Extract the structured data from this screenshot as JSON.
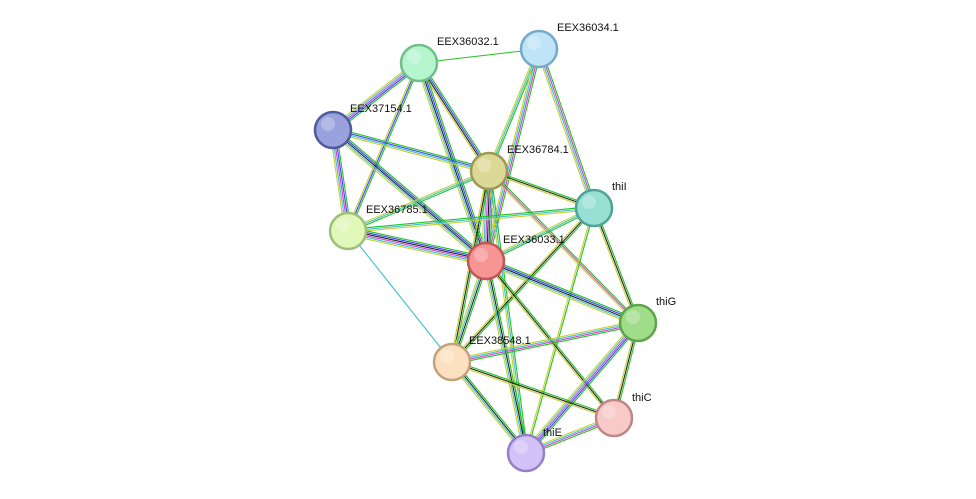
{
  "network": {
    "nodes": [
      {
        "id": "EEX36032.1",
        "label": "EEX36032.1",
        "fill": "#b7f5cf",
        "stroke": "#6fbf8c"
      },
      {
        "id": "EEX36034.1",
        "label": "EEX36034.1",
        "fill": "#bfe3f7",
        "stroke": "#74a9c7"
      },
      {
        "id": "EEX37154.1",
        "label": "EEX37154.1",
        "fill": "#99a2dc",
        "stroke": "#4f5a9c"
      },
      {
        "id": "EEX36784.1",
        "label": "EEX36784.1",
        "fill": "#dcd895",
        "stroke": "#9c9858"
      },
      {
        "id": "thiI",
        "label": "thiI",
        "fill": "#98e0d4",
        "stroke": "#4fa396"
      },
      {
        "id": "EEX36785.1",
        "label": "EEX36785.1",
        "fill": "#dff7b9",
        "stroke": "#9fbf78"
      },
      {
        "id": "EEX36033.1",
        "label": "EEX36033.1",
        "fill": "#f79595",
        "stroke": "#c05656"
      },
      {
        "id": "thiG",
        "label": "thiG",
        "fill": "#9fdd88",
        "stroke": "#5ea34a"
      },
      {
        "id": "EEX38548.1",
        "label": "EEX38548.1",
        "fill": "#fde0c0",
        "stroke": "#c4a07c"
      },
      {
        "id": "thiC",
        "label": "thiC",
        "fill": "#f7c9c9",
        "stroke": "#bf8686"
      },
      {
        "id": "thiE",
        "label": "thiE",
        "fill": "#d2c2f7",
        "stroke": "#9480c7"
      }
    ],
    "evidence_colors": {
      "neighborhood": "#22c322",
      "fusion": "#ff2222",
      "cooccurrence": "#3f3fff",
      "coexpression": "#222222",
      "experiments": "#d040d0",
      "databases": "#40c0d0",
      "textmining": "#c8d030"
    },
    "edges": [
      {
        "source": "EEX36032.1",
        "target": "EEX36034.1",
        "evidence": [
          "neighborhood"
        ]
      },
      {
        "source": "EEX36032.1",
        "target": "EEX37154.1",
        "evidence": [
          "neighborhood",
          "cooccurrence",
          "experiments",
          "databases",
          "textmining"
        ]
      },
      {
        "source": "EEX36032.1",
        "target": "EEX36784.1",
        "evidence": [
          "neighborhood",
          "cooccurrence",
          "coexpression",
          "textmining"
        ]
      },
      {
        "source": "EEX36032.1",
        "target": "EEX36785.1",
        "evidence": [
          "neighborhood",
          "cooccurrence",
          "textmining"
        ]
      },
      {
        "source": "EEX36032.1",
        "target": "EEX36033.1",
        "evidence": [
          "neighborhood",
          "cooccurrence",
          "coexpression",
          "databases",
          "textmining"
        ]
      },
      {
        "source": "EEX36034.1",
        "target": "EEX36784.1",
        "evidence": [
          "neighborhood",
          "databases",
          "textmining"
        ]
      },
      {
        "source": "EEX36034.1",
        "target": "thiI",
        "evidence": [
          "neighborhood",
          "experiments",
          "databases",
          "textmining"
        ]
      },
      {
        "source": "EEX36034.1",
        "target": "EEX36033.1",
        "evidence": [
          "neighborhood",
          "experiments",
          "databases",
          "textmining"
        ]
      },
      {
        "source": "EEX37154.1",
        "target": "EEX36784.1",
        "evidence": [
          "neighborhood",
          "cooccurrence",
          "databases",
          "textmining"
        ]
      },
      {
        "source": "EEX37154.1",
        "target": "EEX36785.1",
        "evidence": [
          "neighborhood",
          "cooccurrence",
          "experiments",
          "databases",
          "textmining"
        ]
      },
      {
        "source": "EEX37154.1",
        "target": "EEX36033.1",
        "evidence": [
          "neighborhood",
          "cooccurrence",
          "coexpression",
          "databases",
          "textmining"
        ]
      },
      {
        "source": "EEX36784.1",
        "target": "EEX36785.1",
        "evidence": [
          "neighborhood",
          "databases",
          "textmining"
        ]
      },
      {
        "source": "EEX36784.1",
        "target": "thiI",
        "evidence": [
          "neighborhood",
          "coexpression",
          "textmining"
        ]
      },
      {
        "source": "EEX36784.1",
        "target": "EEX36033.1",
        "evidence": [
          "neighborhood",
          "cooccurrence",
          "coexpression",
          "experiments",
          "databases",
          "textmining"
        ]
      },
      {
        "source": "EEX36784.1",
        "target": "thiG",
        "evidence": [
          "neighborhood",
          "experiments",
          "textmining"
        ]
      },
      {
        "source": "EEX36784.1",
        "target": "EEX38548.1",
        "evidence": [
          "neighborhood",
          "coexpression",
          "textmining"
        ]
      },
      {
        "source": "EEX36784.1",
        "target": "thiE",
        "evidence": [
          "neighborhood",
          "databases",
          "textmining"
        ]
      },
      {
        "source": "EEX36785.1",
        "target": "thiI",
        "evidence": [
          "neighborhood",
          "databases",
          "textmining"
        ]
      },
      {
        "source": "EEX36785.1",
        "target": "EEX36033.1",
        "evidence": [
          "neighborhood",
          "cooccurrence",
          "coexpression",
          "experiments",
          "databases",
          "textmining"
        ]
      },
      {
        "source": "EEX36785.1",
        "target": "EEX38548.1",
        "evidence": [
          "databases"
        ]
      },
      {
        "source": "thiI",
        "target": "EEX36033.1",
        "evidence": [
          "neighborhood",
          "databases",
          "textmining"
        ]
      },
      {
        "source": "thiI",
        "target": "thiG",
        "evidence": [
          "neighborhood",
          "coexpression",
          "textmining"
        ]
      },
      {
        "source": "thiI",
        "target": "EEX38548.1",
        "evidence": [
          "neighborhood",
          "coexpression",
          "textmining"
        ]
      },
      {
        "source": "thiI",
        "target": "thiE",
        "evidence": [
          "neighborhood",
          "textmining"
        ]
      },
      {
        "source": "EEX36033.1",
        "target": "thiG",
        "evidence": [
          "neighborhood",
          "cooccurrence",
          "coexpression",
          "databases",
          "textmining"
        ]
      },
      {
        "source": "EEX36033.1",
        "target": "EEX38548.1",
        "evidence": [
          "neighborhood",
          "coexpression",
          "databases",
          "textmining"
        ]
      },
      {
        "source": "EEX36033.1",
        "target": "thiC",
        "evidence": [
          "neighborhood",
          "coexpression",
          "textmining"
        ]
      },
      {
        "source": "EEX36033.1",
        "target": "thiE",
        "evidence": [
          "neighborhood",
          "coexpression",
          "databases",
          "textmining"
        ]
      },
      {
        "source": "thiG",
        "target": "EEX38548.1",
        "evidence": [
          "neighborhood",
          "experiments",
          "databases",
          "textmining"
        ]
      },
      {
        "source": "thiG",
        "target": "thiC",
        "evidence": [
          "neighborhood",
          "coexpression",
          "textmining"
        ]
      },
      {
        "source": "thiG",
        "target": "thiE",
        "evidence": [
          "neighborhood",
          "cooccurrence",
          "experiments",
          "databases",
          "textmining"
        ]
      },
      {
        "source": "EEX38548.1",
        "target": "thiC",
        "evidence": [
          "neighborhood",
          "coexpression",
          "textmining"
        ]
      },
      {
        "source": "EEX38548.1",
        "target": "thiE",
        "evidence": [
          "neighborhood",
          "coexpression",
          "databases",
          "textmining"
        ]
      },
      {
        "source": "thiC",
        "target": "thiE",
        "evidence": [
          "neighborhood",
          "experiments",
          "databases",
          "textmining"
        ]
      }
    ]
  }
}
